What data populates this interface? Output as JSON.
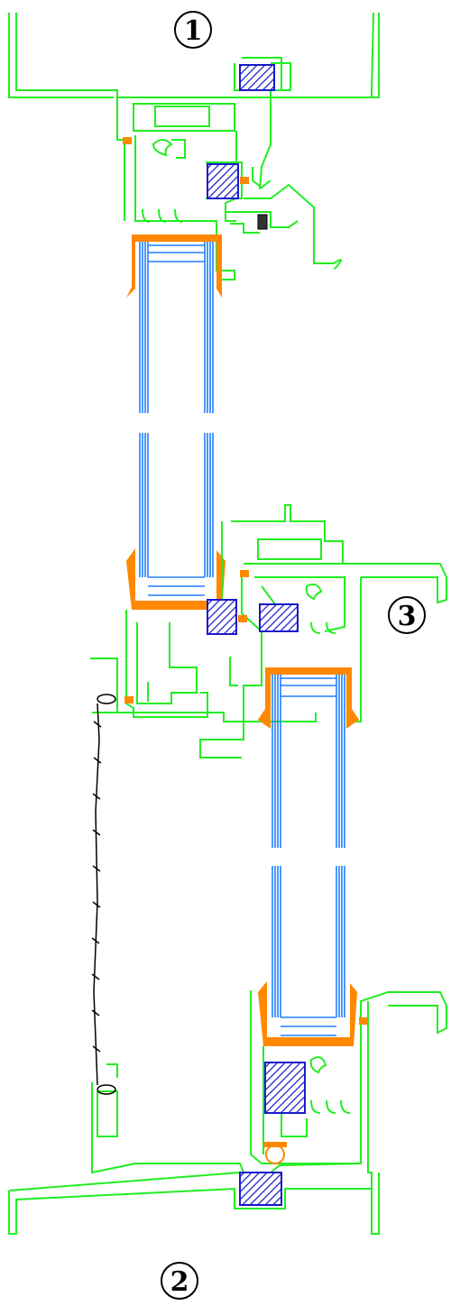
{
  "labels": {
    "top": "1",
    "bottom": "2",
    "right": "3"
  },
  "colors": {
    "frame": "#22ee22",
    "gasket": "#ff8800",
    "glass": "#1e7fff",
    "seal": "#1a1acc",
    "cable": "#000000"
  }
}
